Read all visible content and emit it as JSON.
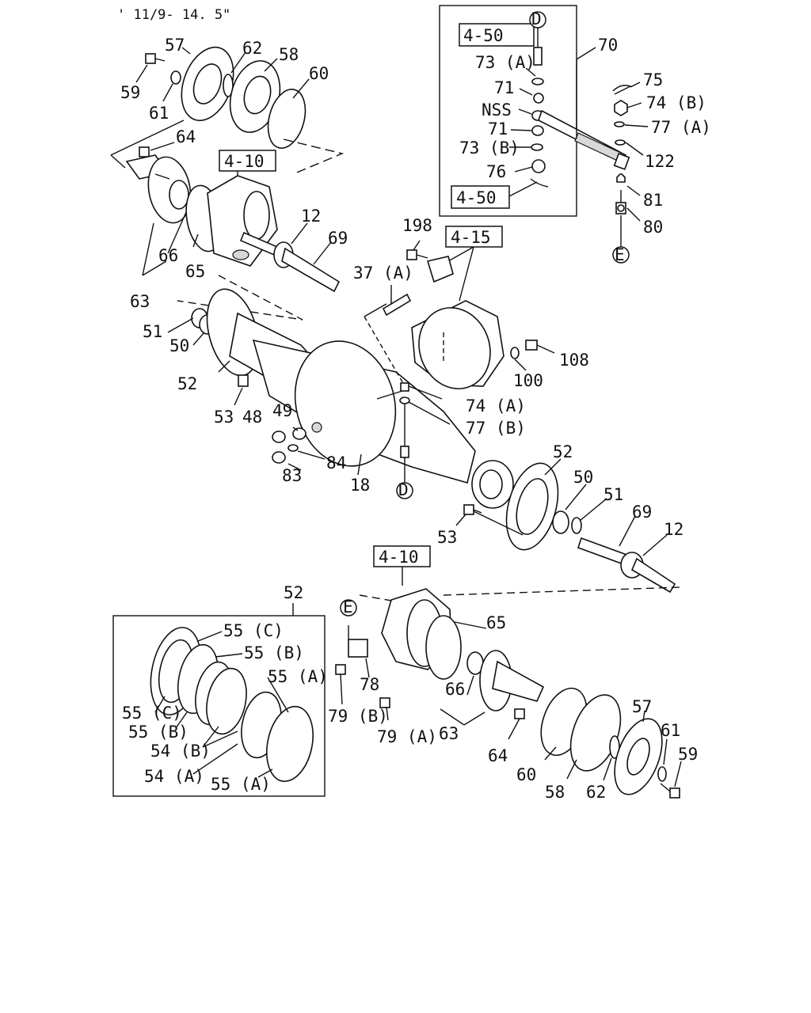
{
  "header": "' 11/9- 14. 5\"",
  "refs": {
    "r_4_50_top": "4-50",
    "r_4_50_bot": "4-50",
    "r_4_10_top": "4-10",
    "r_4_10_bot": "4-10",
    "r_4_15": "4-15",
    "circ_D_top": "D",
    "circ_D_mid": "D",
    "circ_E_right": "E",
    "circ_E_low": "E"
  },
  "labels": {
    "l59a": "59",
    "l61a": "61",
    "l57a": "57",
    "l62a": "62",
    "l58a": "58",
    "l60a": "60",
    "l64a": "64",
    "l66a": "66",
    "l65a": "65",
    "l63a": "63",
    "l12a": "12",
    "l69a": "69",
    "l51a": "51",
    "l50a": "50",
    "l52a": "52",
    "l53a": "53",
    "l48": "48",
    "l49": "49",
    "l83": "83",
    "l84": "84",
    "l18": "18",
    "l198": "198",
    "l37a": "37 (A)",
    "l108": "108",
    "l100": "100",
    "l74a": "74 (A)",
    "l77b": "77 (B)",
    "l70": "70",
    "l73a": "73 (A)",
    "l71a": "71",
    "lnss": "NSS",
    "l71b": "71",
    "l73b": "73 (B)",
    "l76": "76",
    "l75": "75",
    "l74b": "74 (B)",
    "l77a": "77 (A)",
    "l122": "122",
    "l81": "81",
    "l80": "80",
    "l52b": "52",
    "l50b": "50",
    "l51b": "51",
    "l69b": "69",
    "l12b": "12",
    "l53b": "53",
    "l65b": "65",
    "l66b": "66",
    "l63b": "63",
    "l64b": "64",
    "l78": "78",
    "l79b": "79 (B)",
    "l79a": "79 (A)",
    "l60b": "60",
    "l58b": "58",
    "l62b": "62",
    "l57b": "57",
    "l61b": "61",
    "l59b": "59",
    "l52c": "52",
    "l55c1": "55 (C)",
    "l55b1": "55 (B)",
    "l55a1": "55 (A)",
    "l55c2": "55 (C)",
    "l55b2": "55 (B)",
    "l54b": "54 (B)",
    "l54a": "54 (A)",
    "l55a2": "55 (A)"
  },
  "colors": {
    "line": "#111111",
    "fill": "#ffffff",
    "shade": "#d8d8d8"
  }
}
